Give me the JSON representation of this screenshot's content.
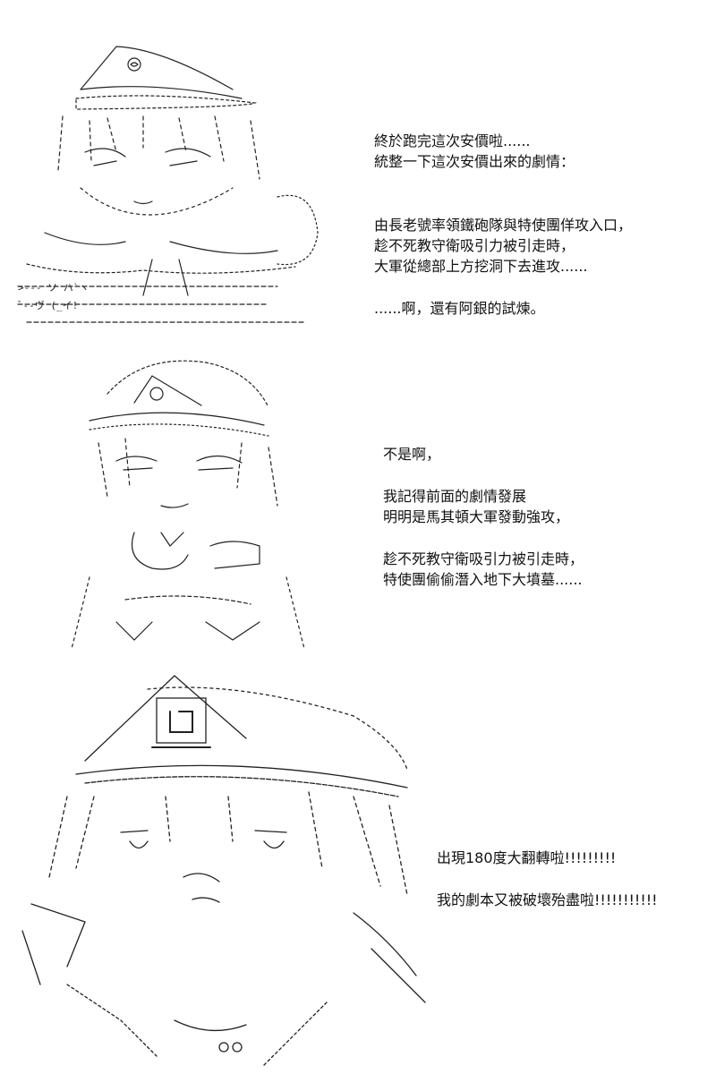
{
  "panels": [
    {
      "art": "ascii-art-character-wearing-cap-with-at-sign",
      "lines": [
        "終於跑完這次安價啦......",
        "統整一下這次安價出來的劇情：",
        "",
        "由長老號率領鐵砲隊與特使團佯攻入口，",
        "趁不死教守衛吸引力被引走時，",
        "大軍從總部上方挖洞下去進攻......",
        "",
        "......啊，還有阿銀的試煉。"
      ]
    },
    {
      "art": "ascii-art-character-thinking",
      "lines": [
        "不是啊，",
        "",
        "我記得前面的劇情發展",
        "明明是馬其頓大軍發動強攻，",
        "",
        "趁不死教守衛吸引力被引走時，",
        "特使團偷偷潛入地下大墳墓......"
      ]
    },
    {
      "art": "ascii-art-character-shocked-closeup",
      "lines": [
        "出現180度大翻轉啦!!!!!!!!!",
        "",
        "我的劇本又被破壞殆盡啦!!!!!!!!!!!"
      ]
    }
  ]
}
